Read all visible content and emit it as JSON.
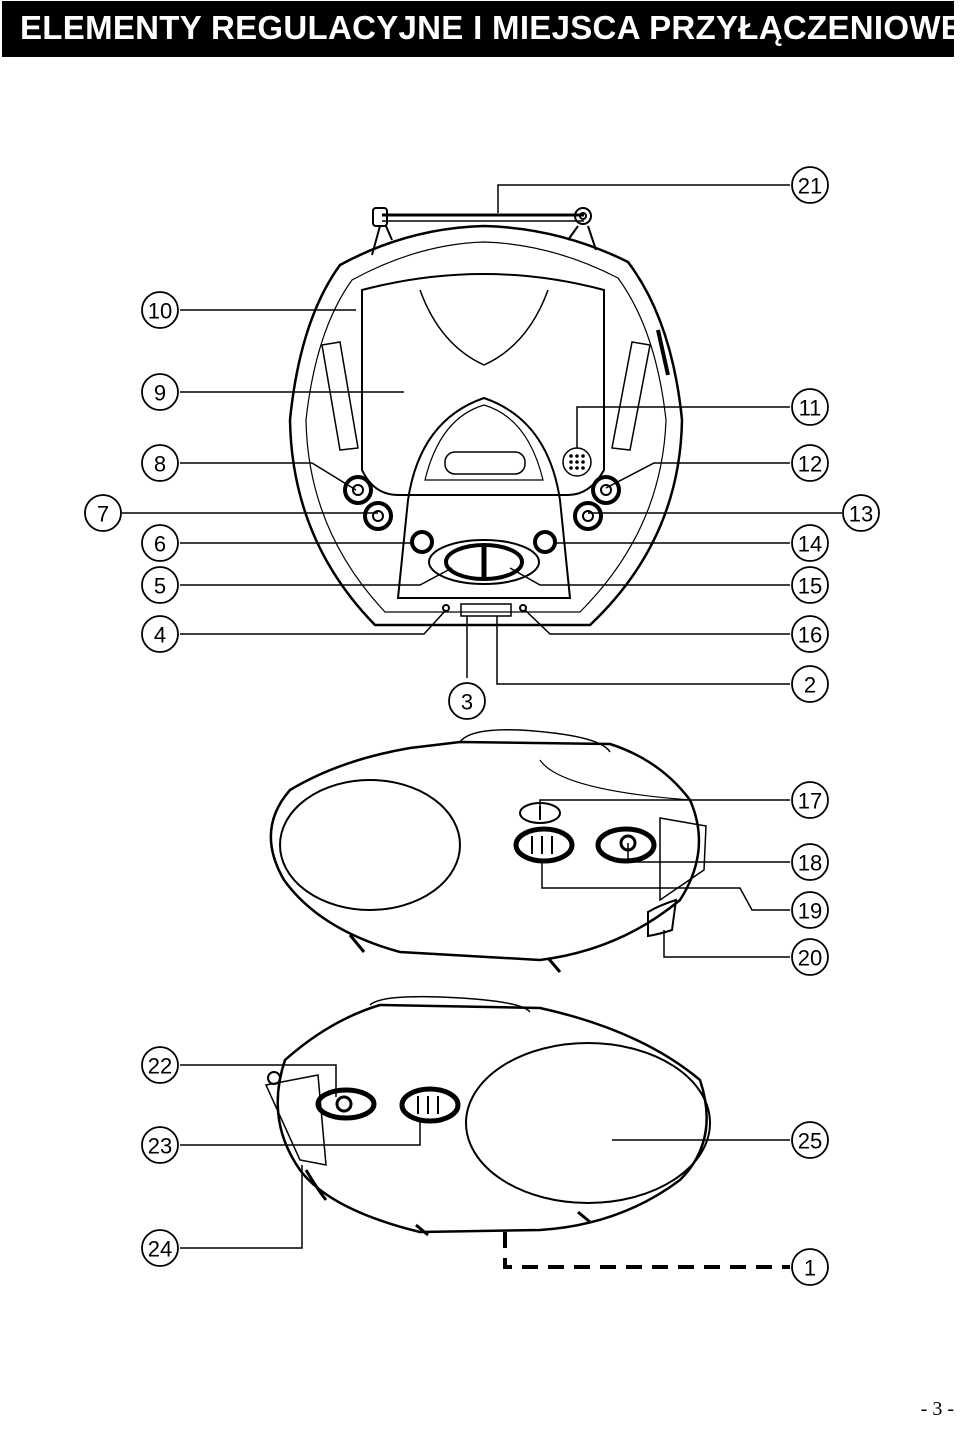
{
  "header": {
    "title": "ELEMENTY REGULACYJNE I MIEJSCA PRZYŁĄCZENIOWE"
  },
  "callouts": {
    "n1": "1",
    "n2": "2",
    "n3": "3",
    "n4": "4",
    "n5": "5",
    "n6": "6",
    "n7": "7",
    "n8": "8",
    "n9": "9",
    "n10": "10",
    "n11": "11",
    "n12": "12",
    "n13": "13",
    "n14": "14",
    "n15": "15",
    "n16": "16",
    "n17": "17",
    "n18": "18",
    "n19": "19",
    "n20": "20",
    "n21": "21",
    "n22": "22",
    "n23": "23",
    "n24": "24",
    "n25": "25"
  },
  "footer": {
    "page": "- 3 -"
  }
}
